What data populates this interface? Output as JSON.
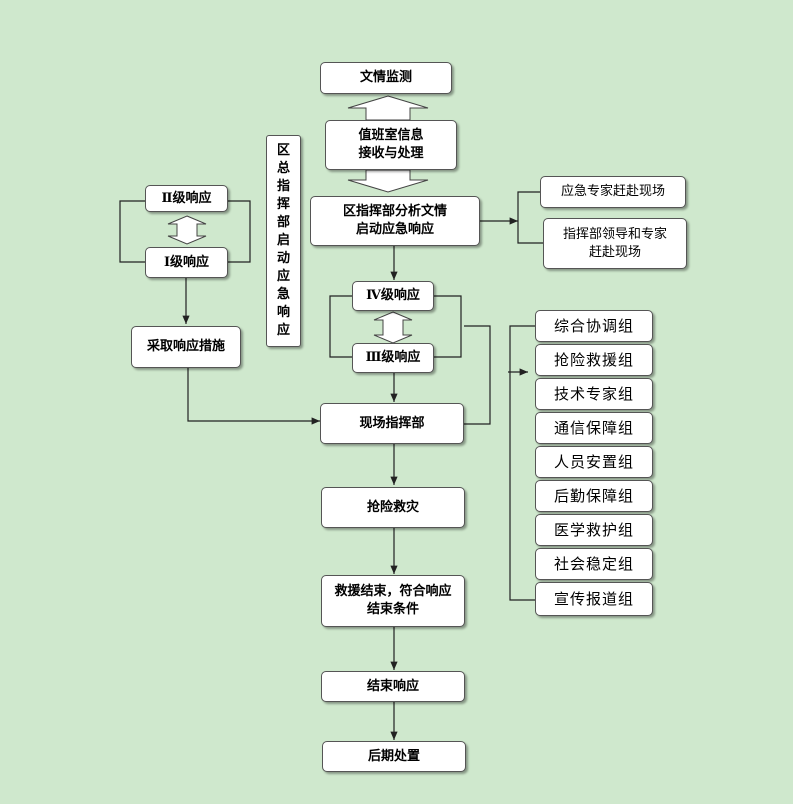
{
  "nodes": {
    "monitor": "文情监测",
    "duty_room": "值班室信息\n接收与处理",
    "district_cmd": "区指挥部分析文情\n启动应急响应",
    "expert_arrive": "应急专家赶赴现场",
    "leaders_arrive": "指挥部领导和专家\n赶赴现场",
    "level2": "Ⅱ级响应",
    "level1": "Ⅰ级响应",
    "measures": "采取响应措施",
    "vertical_label": "区总指挥部启动应急响应",
    "level4": "Ⅳ级响应",
    "level3": "Ⅲ级响应",
    "site_cmd": "现场指挥部",
    "rescue": "抢险救灾",
    "end_condition": "救援结束，符合响应\n结束条件",
    "end_response": "结束响应",
    "aftermath": "后期处置"
  },
  "groups": [
    "综合协调组",
    "抢险救援组",
    "技术专家组",
    "通信保障组",
    "人员安置组",
    "后勤保障组",
    "医学救护组",
    "社会稳定组",
    "宣传报道组"
  ]
}
